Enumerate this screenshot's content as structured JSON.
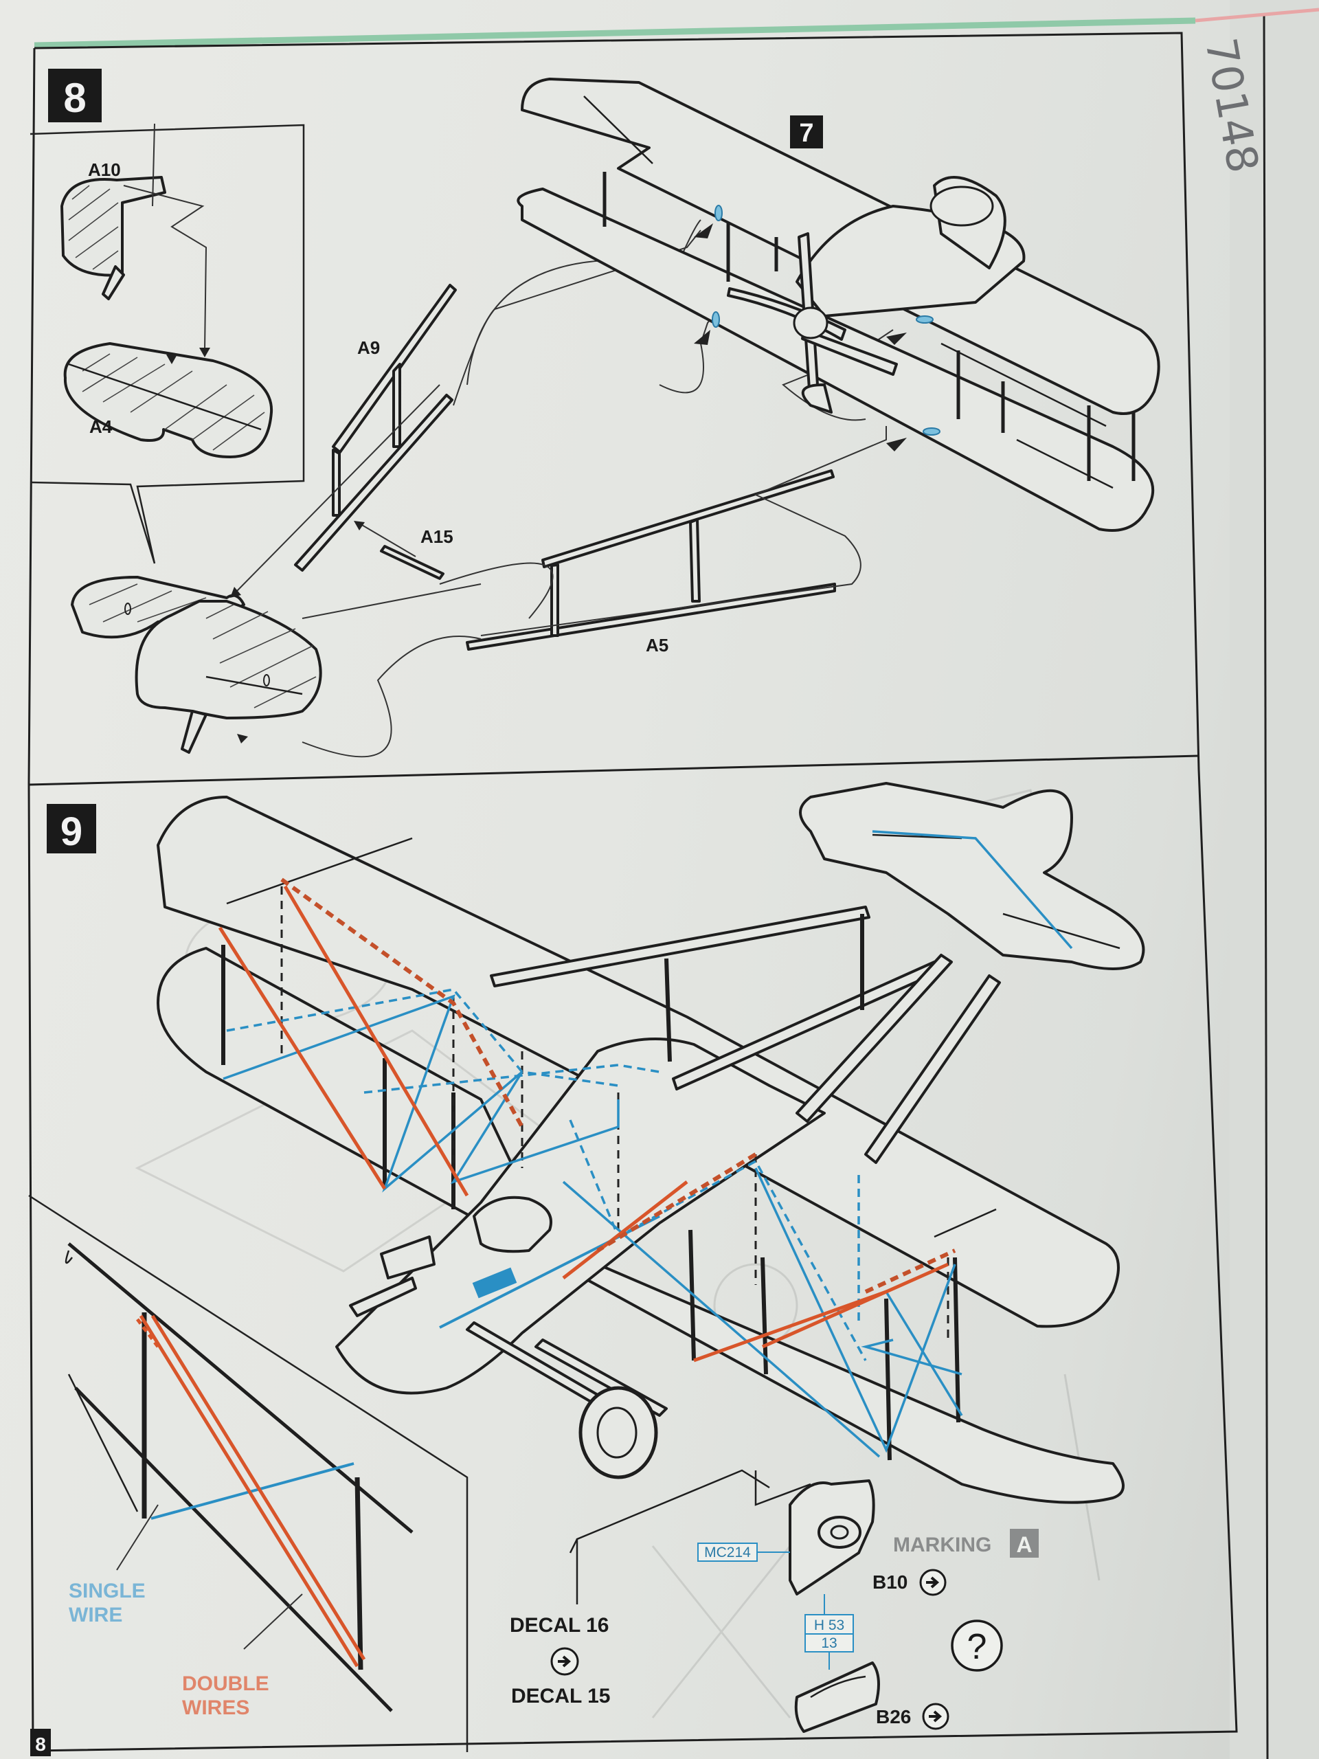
{
  "page_number": "8",
  "handwritten_note": "70148",
  "step8": {
    "number": "8",
    "ref_step": "7",
    "parts": [
      "A10",
      "A4",
      "A9",
      "A15",
      "A5"
    ]
  },
  "step9": {
    "number": "9",
    "paint_code": "MC214",
    "marking_label": "MARKING",
    "marking_letter": "A",
    "part_b10": "B10",
    "part_b26": "B26",
    "mix_code": "H 53",
    "mix_number": "13",
    "decal_top": "DECAL 16",
    "decal_bottom": "DECAL 15",
    "help_symbol": "?",
    "legend_single_line1": "SINGLE",
    "legend_single_line2": "WIRE",
    "legend_double_line1": "DOUBLE",
    "legend_double_line2": "WIRES"
  },
  "colors": {
    "single_wire": "#2a8fc4",
    "double_wire": "#d8552a",
    "ink": "#1e1e1e",
    "paper": "#e6e8e4"
  },
  "icons": [
    "arrow-circle-icon",
    "question-circle-icon"
  ]
}
